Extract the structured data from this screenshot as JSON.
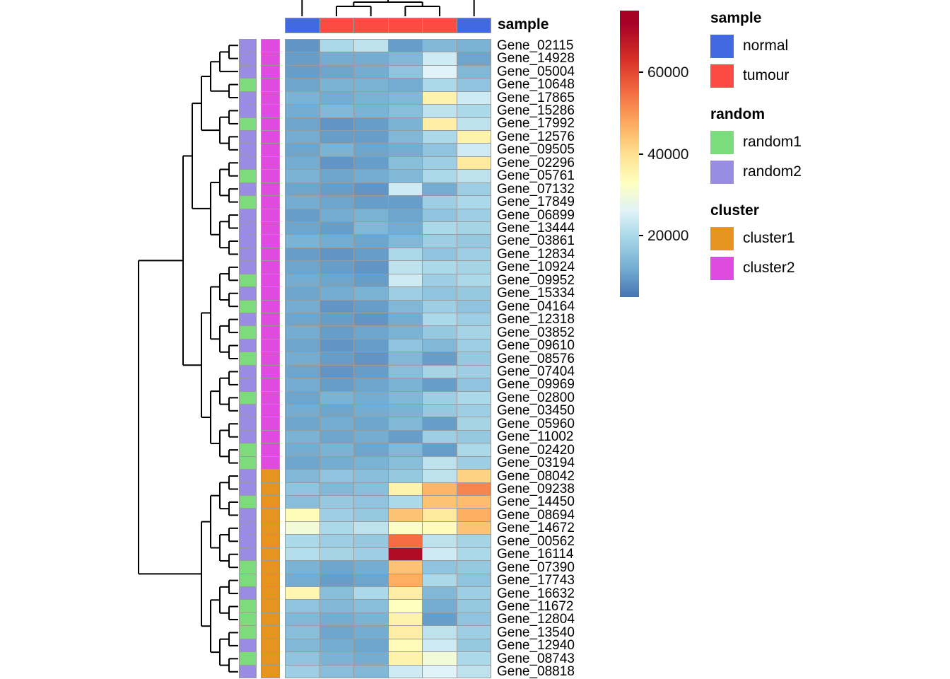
{
  "figure": {
    "background": "#ffffff"
  },
  "column_annotation": {
    "label": "sample",
    "values": [
      "normal",
      "tumour",
      "tumour",
      "tumour",
      "tumour",
      "normal"
    ]
  },
  "annotation_colors": {
    "normal": "#4169E1",
    "tumour": "#FB4B42",
    "random1": "#7CDC7C",
    "random2": "#998CE3",
    "cluster1": "#E59420",
    "cluster2": "#DF4ADF"
  },
  "row_annotations": {
    "random": [
      "random2",
      "random2",
      "random2",
      "random1",
      "random2",
      "random2",
      "random1",
      "random2",
      "random2",
      "random2",
      "random1",
      "random2",
      "random1",
      "random2",
      "random2",
      "random2",
      "random2",
      "random2",
      "random1",
      "random2",
      "random1",
      "random2",
      "random1",
      "random2",
      "random1",
      "random2",
      "random2",
      "random1",
      "random2",
      "random2",
      "random2",
      "random1",
      "random1",
      "random2",
      "random2",
      "random1",
      "random2",
      "random2",
      "random2",
      "random2",
      "random1",
      "random1",
      "random2",
      "random1",
      "random1",
      "random1",
      "random2",
      "random1",
      "random2"
    ],
    "cluster": [
      "cluster2",
      "cluster2",
      "cluster2",
      "cluster2",
      "cluster2",
      "cluster2",
      "cluster2",
      "cluster2",
      "cluster2",
      "cluster2",
      "cluster2",
      "cluster2",
      "cluster2",
      "cluster2",
      "cluster2",
      "cluster2",
      "cluster2",
      "cluster2",
      "cluster2",
      "cluster2",
      "cluster2",
      "cluster2",
      "cluster2",
      "cluster2",
      "cluster2",
      "cluster2",
      "cluster2",
      "cluster2",
      "cluster2",
      "cluster2",
      "cluster2",
      "cluster2",
      "cluster2",
      "cluster1",
      "cluster1",
      "cluster1",
      "cluster1",
      "cluster1",
      "cluster1",
      "cluster1",
      "cluster1",
      "cluster1",
      "cluster1",
      "cluster1",
      "cluster1",
      "cluster1",
      "cluster1",
      "cluster1",
      "cluster1"
    ]
  },
  "colorbar": {
    "domain": [
      5000,
      75000
    ],
    "ticks": [
      {
        "label": "60000",
        "value": 60000
      },
      {
        "label": "40000",
        "value": 40000
      },
      {
        "label": "20000",
        "value": 20000
      }
    ]
  },
  "legends": [
    {
      "title": "sample",
      "entries": [
        {
          "label": "normal",
          "color": "#4169E1"
        },
        {
          "label": "tumour",
          "color": "#FB4B42"
        }
      ]
    },
    {
      "title": "random",
      "entries": [
        {
          "label": "random1",
          "color": "#7CDC7C"
        },
        {
          "label": "random2",
          "color": "#998CE3"
        }
      ]
    },
    {
      "title": "cluster",
      "entries": [
        {
          "label": "cluster1",
          "color": "#E59420"
        },
        {
          "label": "cluster2",
          "color": "#DF4ADF"
        }
      ]
    }
  ],
  "chart_data": {
    "type": "heatmap",
    "title": "",
    "rows": [
      "Gene_02115",
      "Gene_14928",
      "Gene_05004",
      "Gene_10648",
      "Gene_17865",
      "Gene_15286",
      "Gene_17992",
      "Gene_12576",
      "Gene_09505",
      "Gene_02296",
      "Gene_05761",
      "Gene_07132",
      "Gene_17849",
      "Gene_06899",
      "Gene_13444",
      "Gene_03861",
      "Gene_12834",
      "Gene_10924",
      "Gene_09952",
      "Gene_15334",
      "Gene_04164",
      "Gene_12318",
      "Gene_03852",
      "Gene_09610",
      "Gene_08576",
      "Gene_07404",
      "Gene_09969",
      "Gene_02800",
      "Gene_03450",
      "Gene_05960",
      "Gene_11002",
      "Gene_02420",
      "Gene_03194",
      "Gene_08042",
      "Gene_09238",
      "Gene_14450",
      "Gene_08694",
      "Gene_14672",
      "Gene_00562",
      "Gene_16114",
      "Gene_07390",
      "Gene_17743",
      "Gene_16632",
      "Gene_11672",
      "Gene_12804",
      "Gene_13540",
      "Gene_12940",
      "Gene_08743",
      "Gene_08818"
    ],
    "columns_sample_group": [
      "normal",
      "tumour",
      "tumour",
      "tumour",
      "tumour",
      "normal"
    ],
    "values": [
      [
        9000,
        20000,
        22000,
        10000,
        14000,
        13000
      ],
      [
        10000,
        12000,
        12000,
        14000,
        24000,
        11000
      ],
      [
        10000,
        11000,
        12000,
        16000,
        26000,
        14000
      ],
      [
        11000,
        13000,
        13000,
        12000,
        20000,
        16000
      ],
      [
        13000,
        12000,
        13000,
        14000,
        36000,
        24000
      ],
      [
        12000,
        14000,
        13000,
        15000,
        22000,
        20000
      ],
      [
        11000,
        9000,
        10000,
        13000,
        37000,
        22000
      ],
      [
        12000,
        10000,
        10000,
        14000,
        20000,
        36000
      ],
      [
        11000,
        13000,
        11000,
        12000,
        16000,
        24000
      ],
      [
        12000,
        9000,
        10000,
        15000,
        18000,
        38000
      ],
      [
        13000,
        11000,
        12000,
        14000,
        20000,
        22000
      ],
      [
        11000,
        10000,
        9000,
        24000,
        12000,
        18000
      ],
      [
        12000,
        11000,
        10000,
        10000,
        18000,
        20000
      ],
      [
        10000,
        12000,
        13000,
        11000,
        16000,
        18000
      ],
      [
        11000,
        10000,
        14000,
        12000,
        20000,
        19000
      ],
      [
        13000,
        12000,
        11000,
        14000,
        18000,
        17000
      ],
      [
        10000,
        9000,
        10000,
        20000,
        16000,
        18000
      ],
      [
        11000,
        10000,
        9000,
        22000,
        20000,
        19000
      ],
      [
        12000,
        11000,
        10000,
        24000,
        18000,
        20000
      ],
      [
        11000,
        12000,
        13000,
        18000,
        16000,
        17000
      ],
      [
        12000,
        9000,
        10000,
        14000,
        18000,
        16000
      ],
      [
        11000,
        10000,
        9000,
        12000,
        20000,
        18000
      ],
      [
        12000,
        10000,
        11000,
        13000,
        17000,
        19000
      ],
      [
        11000,
        9000,
        10000,
        16000,
        14000,
        18000
      ],
      [
        12000,
        10000,
        9000,
        14000,
        10000,
        17000
      ],
      [
        11000,
        9000,
        10000,
        15000,
        19000,
        18000
      ],
      [
        12000,
        10000,
        11000,
        13000,
        10000,
        16000
      ],
      [
        11000,
        13000,
        12000,
        14000,
        18000,
        20000
      ],
      [
        12000,
        11000,
        12000,
        13000,
        17000,
        18000
      ],
      [
        11000,
        12000,
        11000,
        14000,
        10000,
        19000
      ],
      [
        13000,
        11000,
        12000,
        10000,
        18000,
        17000
      ],
      [
        12000,
        13000,
        11000,
        14000,
        10000,
        20000
      ],
      [
        11000,
        12000,
        13000,
        15000,
        22000,
        18000
      ],
      [
        14000,
        16000,
        15000,
        17000,
        22000,
        42000
      ],
      [
        16000,
        14000,
        15000,
        36000,
        46000,
        52000
      ],
      [
        15000,
        17000,
        16000,
        20000,
        44000,
        45000
      ],
      [
        34000,
        18000,
        17000,
        44000,
        38000,
        47000
      ],
      [
        30000,
        20000,
        22000,
        32000,
        34000,
        44000
      ],
      [
        20000,
        18000,
        17000,
        55000,
        22000,
        19000
      ],
      [
        21000,
        19000,
        18000,
        70000,
        24000,
        20000
      ],
      [
        13000,
        11000,
        12000,
        44000,
        16000,
        17000
      ],
      [
        12000,
        10000,
        11000,
        47000,
        20000,
        16000
      ],
      [
        35000,
        15000,
        20000,
        37000,
        14000,
        18000
      ],
      [
        16000,
        14000,
        15000,
        33000,
        12000,
        17000
      ],
      [
        14000,
        12000,
        13000,
        36000,
        10000,
        16000
      ],
      [
        15000,
        11000,
        12000,
        37000,
        22000,
        18000
      ],
      [
        14000,
        12000,
        11000,
        34000,
        24000,
        17000
      ],
      [
        16000,
        13000,
        12000,
        36000,
        30000,
        20000
      ],
      [
        18000,
        15000,
        14000,
        24000,
        26000,
        22000
      ]
    ],
    "color_scale": {
      "palette": "RdYlBu-reversed",
      "stops": [
        [
          5000,
          "#4575B4"
        ],
        [
          12000,
          "#74ADD1"
        ],
        [
          20000,
          "#ABD9E9"
        ],
        [
          26000,
          "#E0F3F8"
        ],
        [
          33000,
          "#FFFFBF"
        ],
        [
          40000,
          "#FEE090"
        ],
        [
          47000,
          "#FDAE61"
        ],
        [
          55000,
          "#F46D43"
        ],
        [
          63000,
          "#D73027"
        ],
        [
          72000,
          "#A50026"
        ]
      ],
      "legend_ticks": [
        20000,
        40000,
        60000
      ]
    },
    "legend_position": "right",
    "grid": true
  }
}
